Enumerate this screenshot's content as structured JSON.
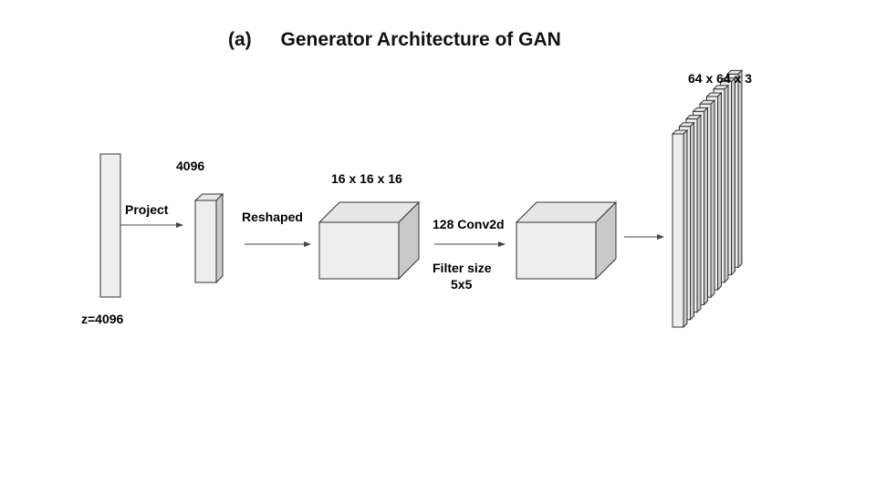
{
  "title": {
    "label": "(a)",
    "text": "Generator Architecture of GAN"
  },
  "labels": {
    "z": "z=4096",
    "project": "Project",
    "dense": "4096",
    "reshaped": "Reshaped",
    "reshape_dims": "16 x 16 x 16",
    "conv": "128 Conv2d",
    "filter_line1": "Filter size",
    "filter_line2": "5x5",
    "output_dims": "64 x 64 x 3"
  },
  "colors": {
    "face": "#eeeeee",
    "top": "#e6e6e6",
    "side": "#c9c9c9",
    "stroke": "#333333",
    "arrow": "#444444"
  }
}
